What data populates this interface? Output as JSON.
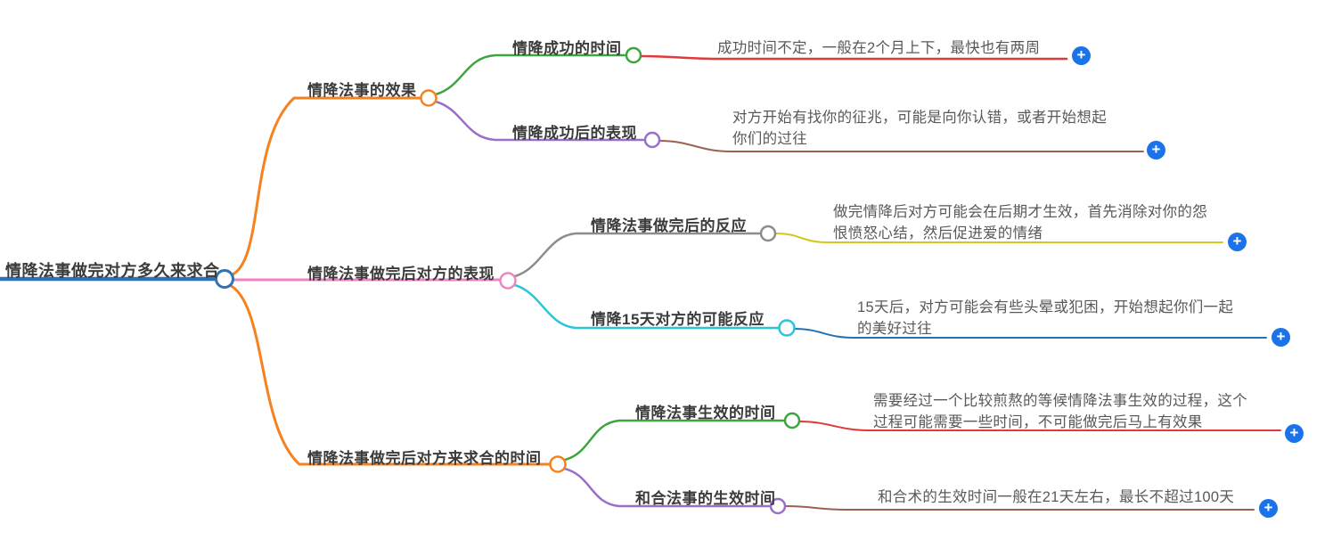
{
  "mindmap": {
    "root": {
      "label": "情降法事做完对方多久来求合",
      "color": "#2e74b5"
    },
    "branches": [
      {
        "label": "情降法事的效果",
        "color": "#f5821f",
        "children": [
          {
            "label": "情降成功的时间",
            "node_color": "#3da53d",
            "line_color": "#e03a3a",
            "detail_lines": [
              "成功时间不定，一般在2个月上下，最快也有两周"
            ]
          },
          {
            "label": "情降成功后的表现",
            "node_color": "#9a6fc9",
            "line_color": "#9c6152",
            "detail_lines": [
              "对方开始有找你的征兆，可能是向你认错，或者开始想起",
              "你们的过往"
            ]
          }
        ]
      },
      {
        "label": "情降法事做完后对方的表现",
        "color": "#ee85c1",
        "children": [
          {
            "label": "情降法事做完后的反应",
            "node_color": "#8c8c8c",
            "line_color": "#d2c71d",
            "detail_lines": [
              "做完情降后对方可能会在后期才生效，首先消除对你的怨",
              "恨愤怒心结，然后促进爱的情绪"
            ]
          },
          {
            "label": "情降15天对方的可能反应",
            "node_color": "#2bc4d9",
            "line_color": "#2274b5",
            "detail_lines": [
              "15天后，对方可能会有些头晕或犯困，开始想起你们一起",
              "的美好过往"
            ]
          }
        ]
      },
      {
        "label": "情降法事做完后对方来求合的时间",
        "color": "#f5821f",
        "children": [
          {
            "label": "情降法事生效的时间",
            "node_color": "#3da53d",
            "line_color": "#e03a3a",
            "detail_lines": [
              "需要经过一个比较煎熬的等候情降法事生效的过程，这个",
              "过程可能需要一些时间，不可能做完后马上有效果"
            ]
          },
          {
            "label": "和合法事的生效时间",
            "node_color": "#9a6fc9",
            "line_color": "#9c6152",
            "detail_lines": [
              "和合术的生效时间一般在21天左右，最长不超过100天"
            ]
          }
        ]
      }
    ],
    "expand_icon_color": "#1a73e8"
  },
  "icons": {
    "plus": "+"
  }
}
